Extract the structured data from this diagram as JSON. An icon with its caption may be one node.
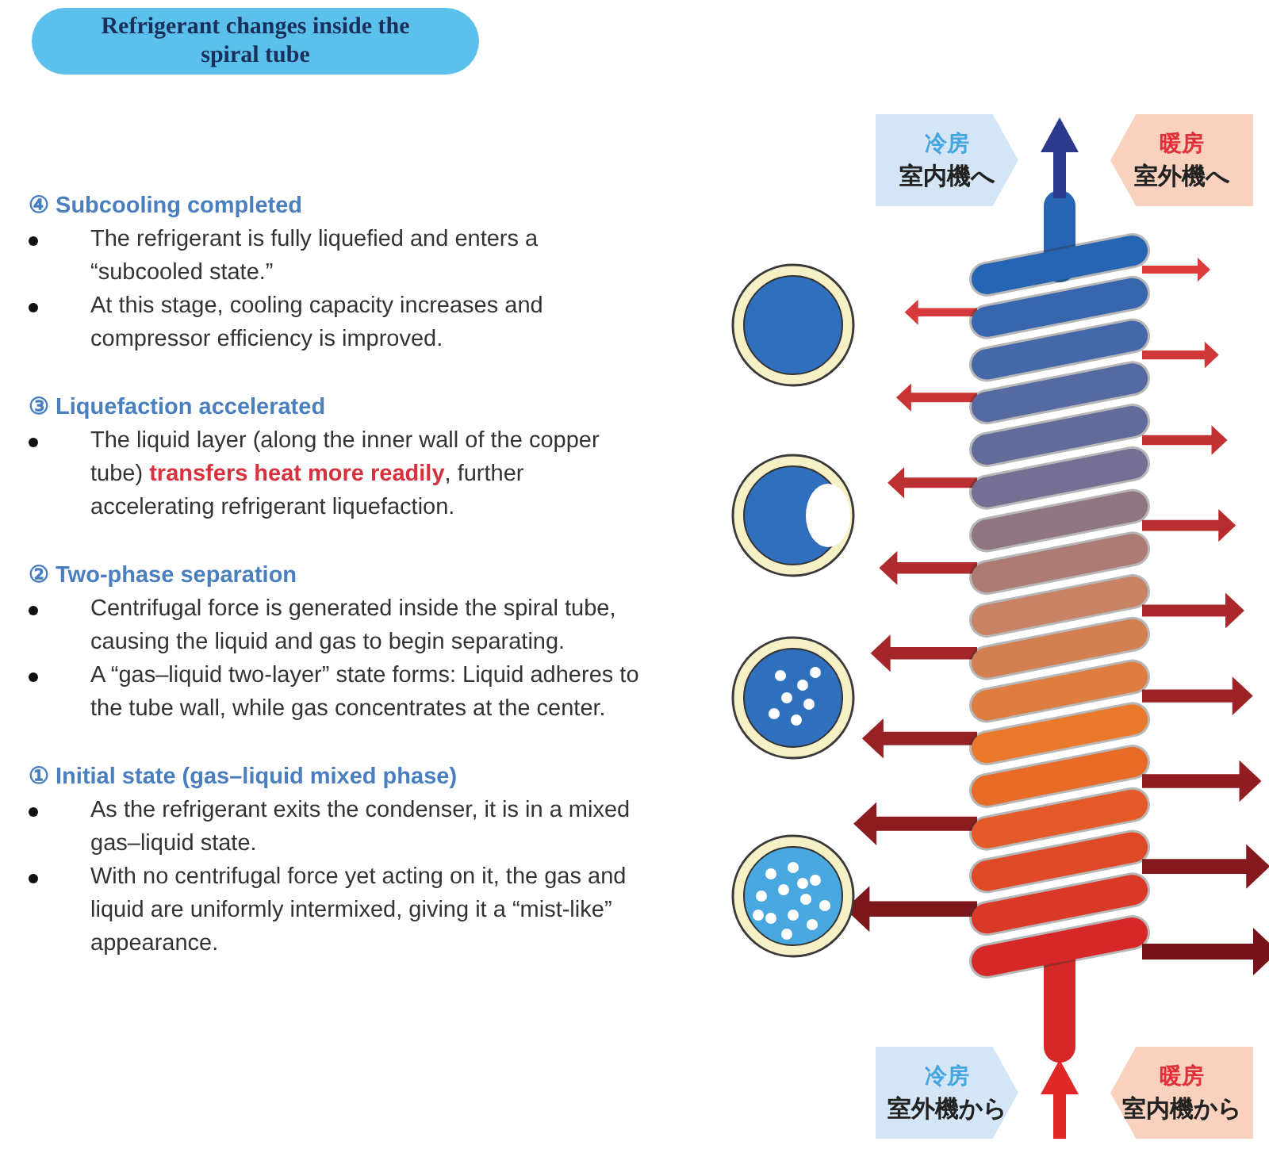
{
  "diagram": {
    "title": "Refrigerant changes inside the spiral tube",
    "nodes": [
      {
        "text": [
          "冷房",
          "室内機へ"
        ]
      },
      {
        "text": [
          "暖房",
          "室外機へ"
        ]
      },
      {
        "text": [
          "冷房",
          "室外機から"
        ]
      },
      {
        "text": [
          "暖房",
          "室内機から"
        ]
      }
    ],
    "labels": [
      "④ Subcooling completed",
      "The refrigerant is fully liquefied and enters a “subcooled state.”",
      "At this stage, cooling capacity increases and compressor efficiency is improved.",
      "③ Liquefaction accelerated",
      "The liquid layer (along the inner wall of the copper tube) **transfers heat more readily**, further accelerating refrigerant liquefaction.",
      "② Two-phase separation",
      "Centrifugal force is generated inside the spiral tube, causing the liquid and gas to begin separating.",
      "A “gas–liquid two-layer” state forms: Liquid adheres to the tube wall, while gas concentrates at the center.",
      "① Initial state (gas–liquid mixed phase)",
      "As the refrigerant exits the condenser, it is in a mixed gas–liquid state.",
      "With no centrifugal force yet acting on it, the gas and liquid are uniformly intermixed, giving it a “mist-like” appearance."
    ]
  }
}
